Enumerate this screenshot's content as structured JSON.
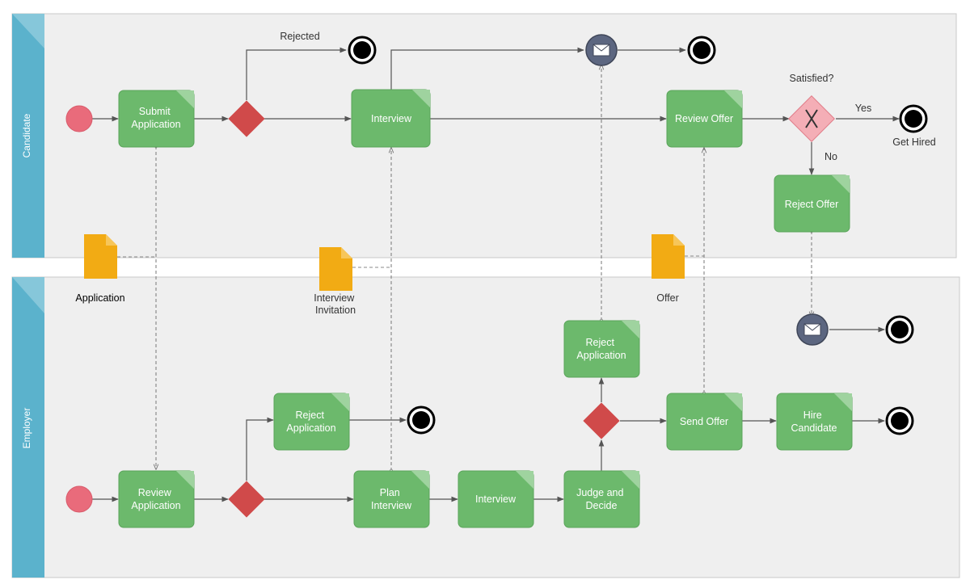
{
  "lanes": {
    "candidate": "Candidate",
    "employer": "Employer"
  },
  "candidate_tasks": {
    "submit": [
      "Submit",
      "Application"
    ],
    "interview": [
      "Interview"
    ],
    "review_offer": [
      "Review Offer"
    ],
    "reject_offer": [
      "Reject Offer"
    ]
  },
  "employer_tasks": {
    "reject_app_1": [
      "Reject",
      "Application"
    ],
    "review_app": [
      "Review",
      "Application"
    ],
    "plan_interview": [
      "Plan",
      "Interview"
    ],
    "interview": [
      "Interview"
    ],
    "judge": [
      "Judge and",
      "Decide"
    ],
    "reject_app_2": [
      "Reject",
      "Application"
    ],
    "send_offer": [
      "Send Offer"
    ],
    "hire": [
      "Hire",
      "Candidate"
    ]
  },
  "labels": {
    "rejected": "Rejected",
    "satisfied": "Satisfied?",
    "yes": "Yes",
    "no": "No",
    "get_hired": "Get Hired"
  },
  "documents": {
    "application": [
      "Application"
    ],
    "interview_invitation": [
      "Interview",
      "Invitation"
    ],
    "offer": [
      "Offer"
    ]
  },
  "colors": {
    "lane_header": "#5bb2cc",
    "task": "#6cb96c",
    "start_event": "#e96b7b",
    "gateway": "#d04a4a",
    "exclusive_gateway": "#f4aeb6",
    "document": "#f2ab14",
    "message_event": "#5c6680"
  }
}
